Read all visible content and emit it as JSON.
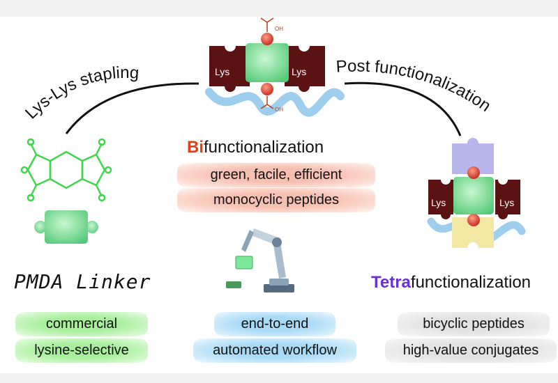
{
  "arcs": {
    "left_label": "Lys-Lys stapling",
    "right_label": "Post functionalization"
  },
  "center": {
    "title_accent": "Bi",
    "title_rest": "functionalization",
    "accent_color": "#e0401c",
    "line1": "green, facile, efficient",
    "line2": "monocyclic peptides",
    "pills": [
      "end-to-end",
      "automated workflow"
    ]
  },
  "left": {
    "linker_label": "PMDA Linker",
    "pills": [
      "commercial",
      "lysine-selective"
    ]
  },
  "right": {
    "title_accent": "Tetra",
    "title_rest": "functionalization",
    "accent_color": "#6a2fd6",
    "pills": [
      "bicyclic peptides",
      "high-value conjugates"
    ]
  },
  "puzzle_labels": {
    "lys": "Lys",
    "cooh": "OH"
  },
  "colors": {
    "green_piece": "#7ee89a",
    "lys_piece": "#5a1212",
    "lavender_piece": "#b8b4ec",
    "cream_piece": "#f3e7a6",
    "red_ball": "#e4452a",
    "helix": "#8cc6ea",
    "structure": "#3ed64a"
  }
}
